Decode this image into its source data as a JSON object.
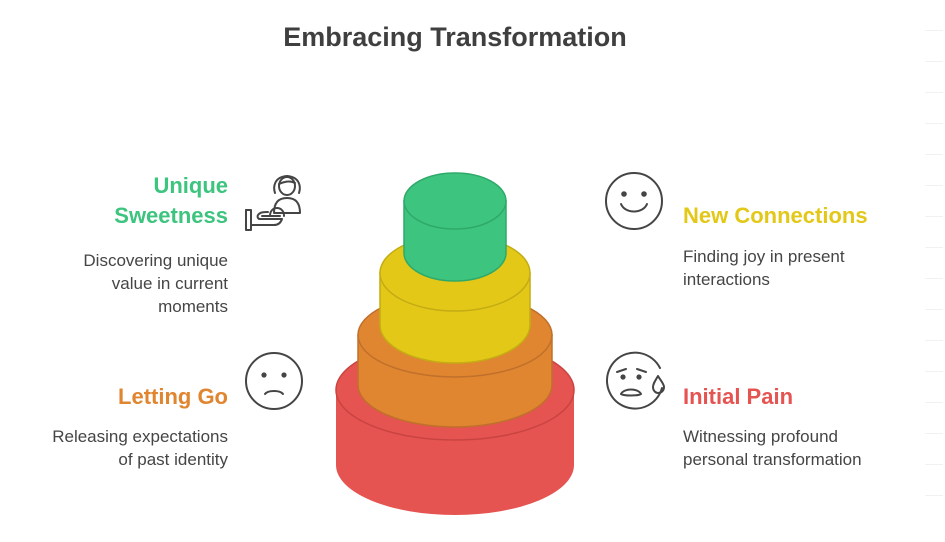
{
  "title": "Embracing Transformation",
  "colors": {
    "green": "#3dc47e",
    "yellow": "#e3c818",
    "orange": "#e08530",
    "red": "#e55451",
    "text": "#454545"
  },
  "stages": [
    {
      "id": "unique-sweetness",
      "heading": "Unique Sweetness",
      "heading_lines": [
        "Unique",
        "Sweetness"
      ],
      "description": "Discovering unique value in current moments",
      "description_lines": [
        "Discovering unique",
        "value in current",
        "moments"
      ],
      "color": "#3dc47e",
      "icon": "woman-serving-icon"
    },
    {
      "id": "new-connections",
      "heading": "New Connections",
      "description": "Finding joy in present interactions",
      "description_lines": [
        "Finding joy in present",
        "interactions"
      ],
      "color": "#e3c818",
      "icon": "smile-icon"
    },
    {
      "id": "letting-go",
      "heading": "Letting Go",
      "description": "Releasing expectations of past identity",
      "description_lines": [
        "Releasing expectations",
        "of past identity"
      ],
      "color": "#e08530",
      "icon": "sad-face-icon"
    },
    {
      "id": "initial-pain",
      "heading": "Initial Pain",
      "description": "Witnessing profound personal transformation",
      "description_lines": [
        "Witnessing profound",
        "personal transformation"
      ],
      "color": "#e55451",
      "icon": "crying-face-icon"
    }
  ]
}
